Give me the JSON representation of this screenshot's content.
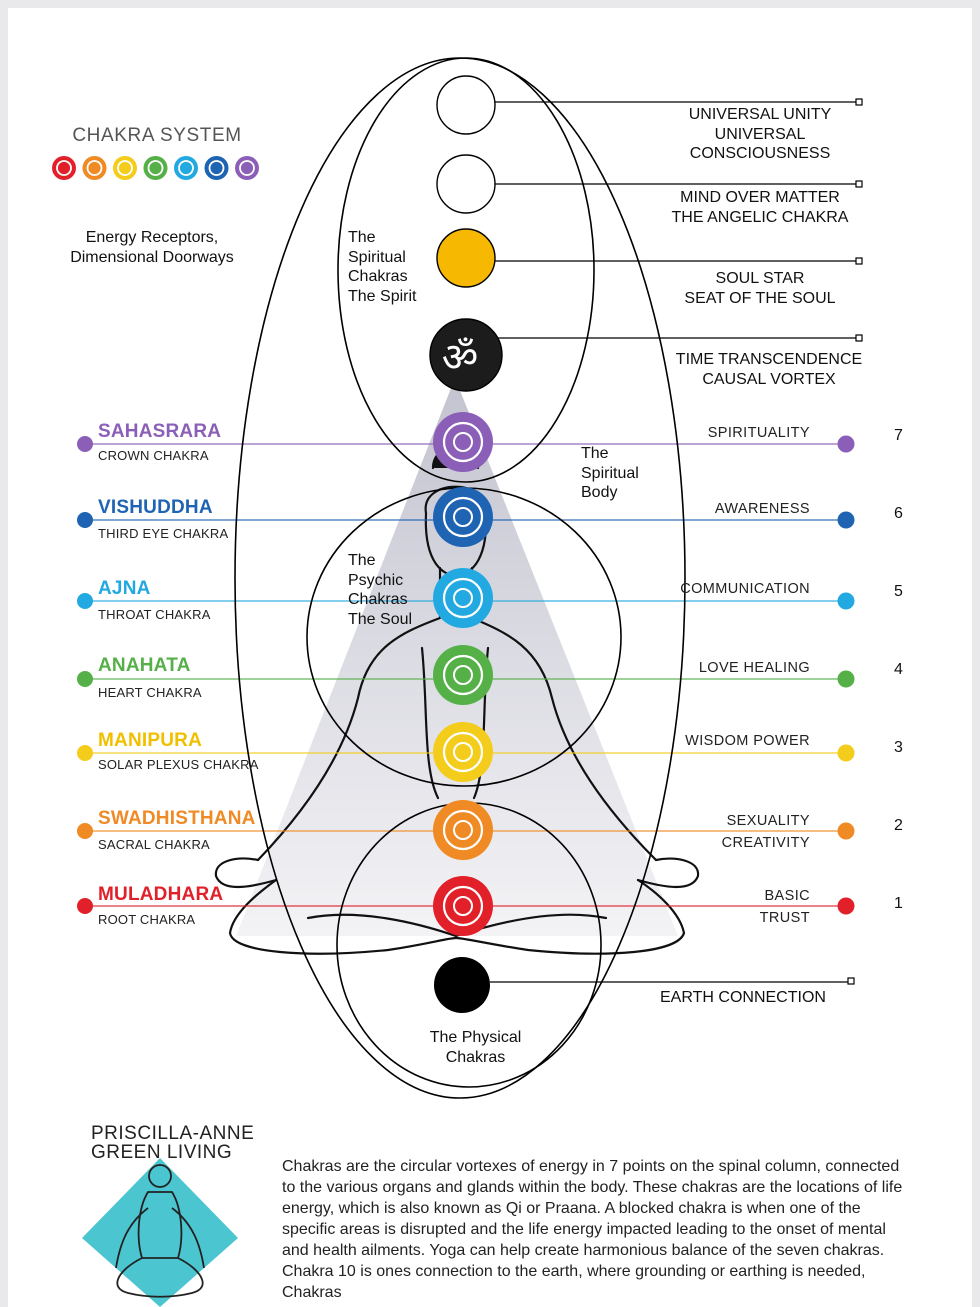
{
  "header": {
    "title": "CHAKRA SYSTEM",
    "subtitle": "Energy Receptors,\nDimensional Doorways"
  },
  "zones": {
    "spiritual_chakras": "The\nSpiritual\nChakras\nThe Spirit",
    "spiritual_body": "The\nSpiritual\nBody",
    "psychic_chakras": "The\nPsychic\nChakras\nThe Soul",
    "physical_chakras": "The Physical\nChakras"
  },
  "upper_chakras": [
    {
      "label": "UNIVERSAL UNITY\nUNIVERSAL\nCONSCIOUSNESS",
      "fill": "#ffffff"
    },
    {
      "label": "MIND OVER MATTER\nTHE ANGELIC CHAKRA",
      "fill": "#ffffff"
    },
    {
      "label": "SOUL STAR\nSEAT OF THE SOUL",
      "fill": "#f6b800"
    },
    {
      "label": "TIME TRANSCENDENCE\nCAUSAL VORTEX",
      "symbol": "ॐ",
      "fill": "#1c1c1c"
    }
  ],
  "chakras": [
    {
      "number": "7",
      "name": "SAHASRARA",
      "sub": "CROWN CHAKRA",
      "quality": "SPIRITUALITY",
      "color": "#8b5fb8"
    },
    {
      "number": "6",
      "name": "VISHUDDHA",
      "sub": "THIRD EYE CHAKRA",
      "quality": "AWARENESS",
      "color": "#1f63b3"
    },
    {
      "number": "5",
      "name": "AJNA",
      "sub": "THROAT CHAKRA",
      "quality": "COMMUNICATION",
      "color": "#23a9e1"
    },
    {
      "number": "4",
      "name": "ANAHATA",
      "sub": "HEART CHAKRA",
      "quality": "LOVE HEALING",
      "color": "#55b048"
    },
    {
      "number": "3",
      "name": "MANIPURA",
      "sub": "SOLAR PLEXUS CHAKRA",
      "quality": "WISDOM POWER",
      "color": "#f4cc1c"
    },
    {
      "number": "2",
      "name": "SWADHISTHANA",
      "sub": "SACRAL CHAKRA",
      "quality": "SEXUALITY\nCREATIVITY",
      "color": "#f08a24"
    },
    {
      "number": "1",
      "name": "MULADHARA",
      "sub": "ROOT  CHAKRA",
      "quality": "BASIC\nTRUST",
      "color": "#e2202a"
    }
  ],
  "earth": {
    "label": "EARTH CONNECTION",
    "fill": "#000000"
  },
  "footer": {
    "brand": "PRISCILLA-ANNE\nGREEN  LIVING",
    "logo_color": "#4bc5cf",
    "description": "Chakras are the circular vortexes of energy in 7 points on the spinal column, connected to the various organs and glands within the body. These chakras are the locations of life energy, which is also known as Qi or Praana. A blocked chakra is when one of the specific areas is disrupted and  the life energy impacted leading to the onset of mental and health ailments. Yoga can help create harmonious balance of the seven chakras. Chakra 10 is ones connection to the earth, where grounding or earthing is needed, Chakras"
  }
}
